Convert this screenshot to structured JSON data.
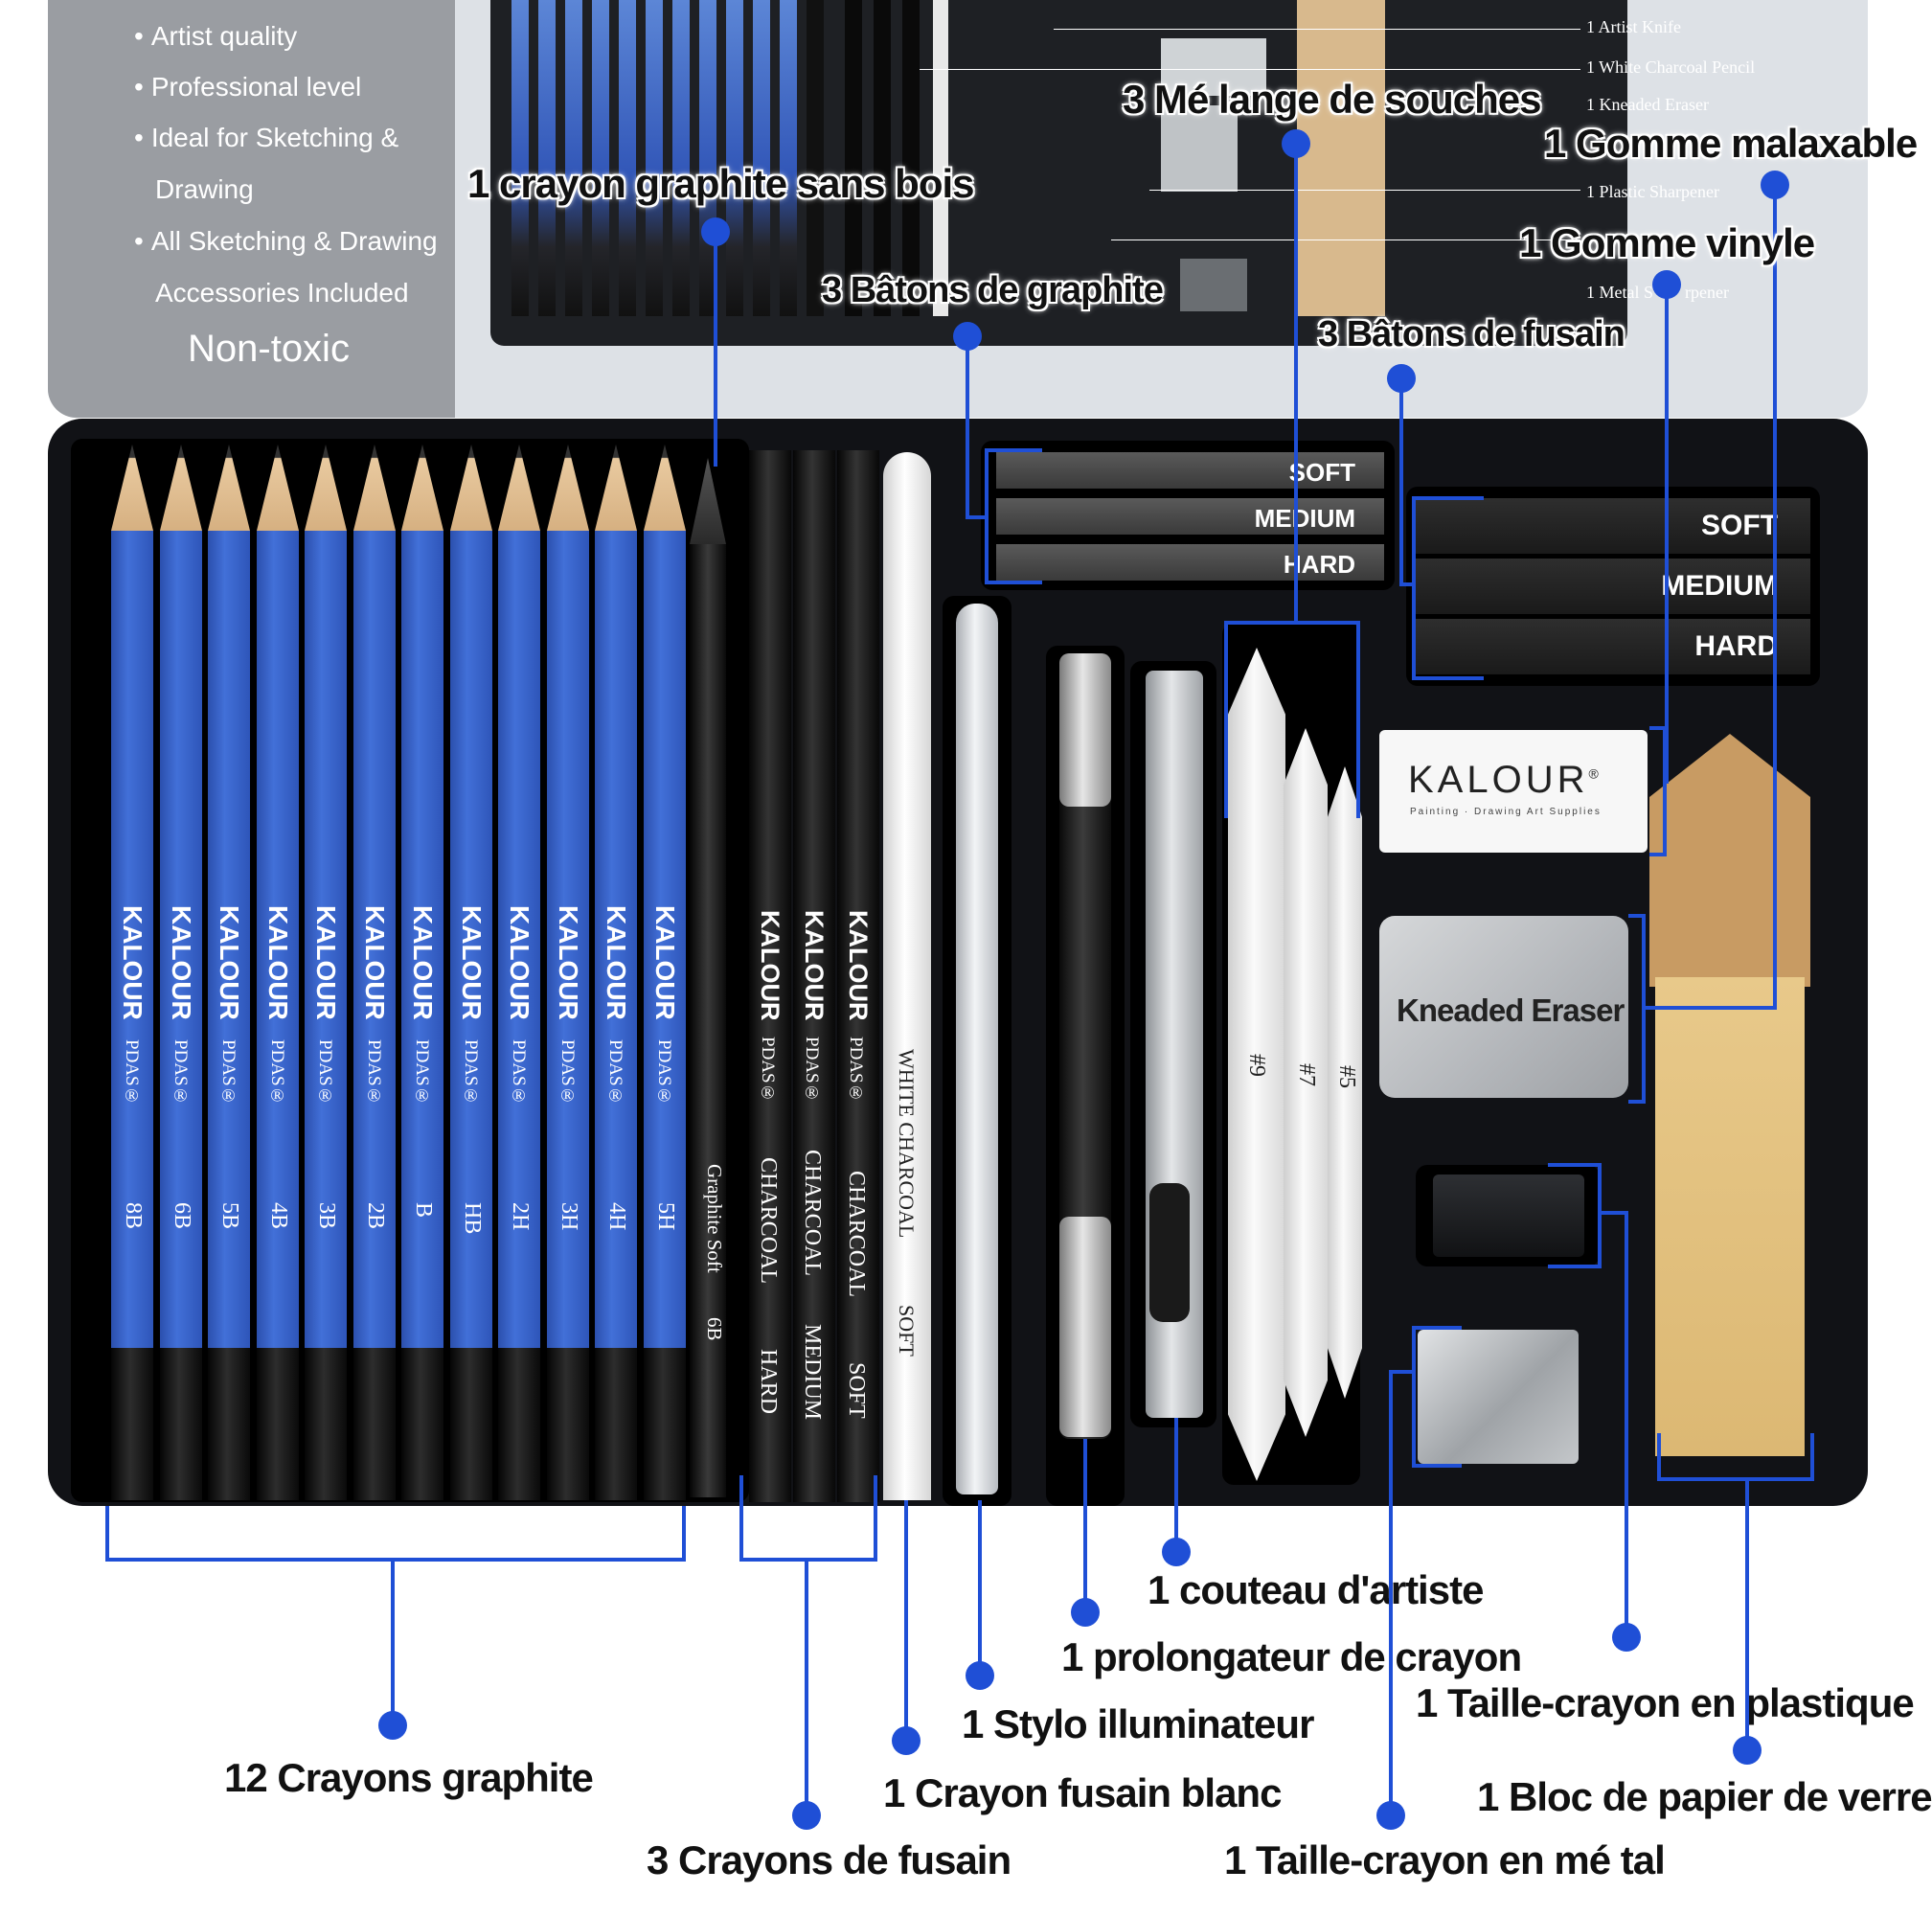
{
  "lid": {
    "bullets": [
      "Artist quality",
      "Professional level",
      "Ideal for Sketching &",
      "Drawing",
      "All Sketching & Drawing",
      "Accessories Included"
    ],
    "badge": "Non-toxic",
    "inventory": [
      "1 Artist Knife",
      "1 White Charcoal Pencil",
      "1 Kneaded Eraser",
      "1 Plastic Sharpener",
      "1 Metal Sharpener"
    ],
    "inventory_visible": [
      "1 Artist Knife",
      "1 White Charcoal Pencil",
      "1 Kneaded Eraser",
      "1 Plastic Sharpener",
      "1 Metal S",
      "rpener"
    ]
  },
  "tray": {
    "graphite_pencils": [
      {
        "brand": "KALOUR",
        "series": "PDAS®",
        "grade": "8B"
      },
      {
        "brand": "KALOUR",
        "series": "PDAS®",
        "grade": "6B"
      },
      {
        "brand": "KALOUR",
        "series": "PDAS®",
        "grade": "5B"
      },
      {
        "brand": "KALOUR",
        "series": "PDAS®",
        "grade": "4B"
      },
      {
        "brand": "KALOUR",
        "series": "PDAS®",
        "grade": "3B"
      },
      {
        "brand": "KALOUR",
        "series": "PDAS®",
        "grade": "2B"
      },
      {
        "brand": "KALOUR",
        "series": "PDAS®",
        "grade": "B"
      },
      {
        "brand": "KALOUR",
        "series": "PDAS®",
        "grade": "HB"
      },
      {
        "brand": "KALOUR",
        "series": "PDAS®",
        "grade": "2H"
      },
      {
        "brand": "KALOUR",
        "series": "PDAS®",
        "grade": "3H"
      },
      {
        "brand": "KALOUR",
        "series": "PDAS®",
        "grade": "4H"
      },
      {
        "brand": "KALOUR",
        "series": "PDAS®",
        "grade": "5H"
      }
    ],
    "woodless": {
      "text": "Graphite Soft",
      "grade": "6B"
    },
    "charcoal_pencils": [
      {
        "brand": "KALOUR",
        "series": "PDAS®",
        "type": "CHARCOAL",
        "grade": "HARD"
      },
      {
        "brand": "KALOUR",
        "series": "PDAS®",
        "type": "CHARCOAL",
        "grade": "MEDIUM"
      },
      {
        "brand": "KALOUR",
        "series": "PDAS®",
        "type": "CHARCOAL",
        "grade": "SOFT"
      }
    ],
    "white_charcoal": {
      "text": "WHITE CHARCOAL",
      "grade": "SOFT"
    },
    "graphite_sticks": [
      "SOFT",
      "MEDIUM",
      "HARD"
    ],
    "charcoal_sticks": [
      "SOFT",
      "MEDIUM",
      "HARD"
    ],
    "eraser_brand": "KALOUR",
    "eraser_reg": "®",
    "eraser_tagline": "Painting · Drawing Art Supplies",
    "kneaded_label": "Kneaded Eraser",
    "stump_sizes": [
      "#9",
      "#7",
      "#5"
    ]
  },
  "annotations": {
    "woodless": "1 crayon graphite sans bois",
    "graphite_sticks": "3 Bâtons de graphite",
    "stumps": "3 Mé lange de souches",
    "kneaded": "1 Gomme malaxable",
    "vinyl": "1 Gomme vinyle",
    "charcoal_sticks": "3 Bâtons de fusain",
    "knife": "1 couteau d'artiste",
    "extender": "1 prolongateur de crayon",
    "highlighter": "1 Stylo illuminateur",
    "plastic_sharpener": "1 Taille-crayon en plastique",
    "sandpaper": "1 Bloc de papier de verre",
    "graphite_pencils": "12 Crayons graphite",
    "white_charcoal": "1 Crayon fusain blanc",
    "charcoal_pencils": "3 Crayons de fusain",
    "metal_sharpener": "1 Taille-crayon en mé tal"
  },
  "colors": {
    "accent": "#1f4fd6",
    "tray": "#111216",
    "pencil_blue": "#3a64cc",
    "lid": "#dde1e6"
  }
}
